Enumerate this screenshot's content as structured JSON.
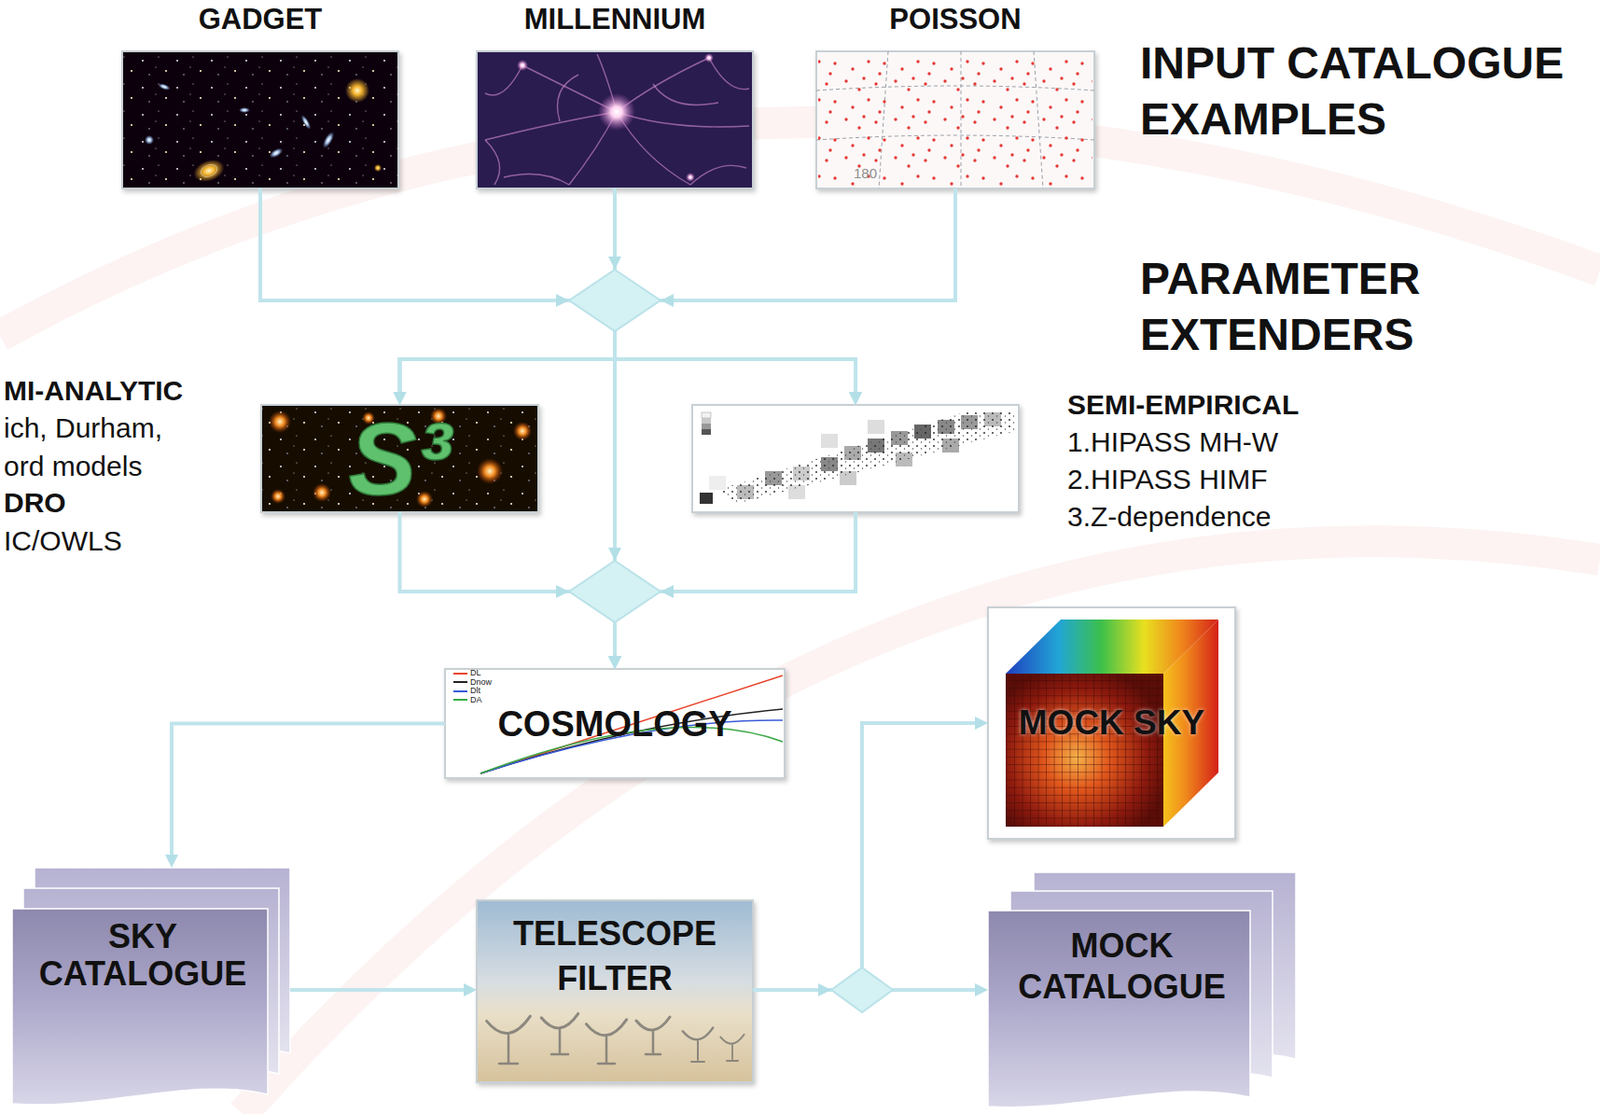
{
  "diagram": {
    "nodes": [
      {
        "text": [
          "GADGET"
        ]
      },
      {
        "text": [
          "MILLENNIUM"
        ]
      },
      {
        "text": [
          "POISSON",
          "180"
        ]
      },
      {
        "text": [
          "S³"
        ]
      },
      {
        "text": [
          "SEMI-EMPIRICAL",
          "1.HIPASS MH-W",
          "2.HIPASS HIMF",
          "3.Z-dependence"
        ]
      },
      {
        "text": [
          "COSMOLOGY"
        ]
      },
      {
        "text": [
          "MOCK SKY"
        ]
      },
      {
        "text": [
          "SKY CATALOGUE"
        ]
      },
      {
        "text": [
          "TELESCOPE FILTER"
        ]
      },
      {
        "text": [
          "MOCK CATALOGUE"
        ]
      }
    ],
    "edges": [
      {
        "from": 0,
        "to": 3,
        "arrow": "to"
      },
      {
        "from": 0,
        "to": 4,
        "arrow": "to"
      },
      {
        "from": 0,
        "to": 5,
        "arrow": "to"
      },
      {
        "from": 1,
        "to": 3,
        "arrow": "to"
      },
      {
        "from": 1,
        "to": 4,
        "arrow": "to"
      },
      {
        "from": 1,
        "to": 5,
        "arrow": "to"
      },
      {
        "from": 2,
        "to": 3,
        "arrow": "to"
      },
      {
        "from": 2,
        "to": 4,
        "arrow": "to"
      },
      {
        "from": 2,
        "to": 5,
        "arrow": "to"
      },
      {
        "from": 3,
        "to": 5,
        "arrow": "to"
      },
      {
        "from": 4,
        "to": 5,
        "arrow": "to"
      },
      {
        "from": 5,
        "to": 7,
        "arrow": "to"
      },
      {
        "from": 7,
        "to": 8,
        "arrow": "to"
      },
      {
        "from": 8,
        "to": 6,
        "arrow": "to"
      },
      {
        "from": 8,
        "to": 9,
        "arrow": "to"
      }
    ],
    "labels": [
      "INPUT CATALOGUE EXAMPLES",
      "PARAMETER EXTENDERS",
      "MI-ANALYTIC",
      "ich, Durham,",
      "ord models",
      "DRO",
      "IC/OWLS"
    ],
    "legend": [
      {
        "text": "DL",
        "color": "#e8452c"
      },
      {
        "text": "Dnow",
        "color": "#222222"
      },
      {
        "text": "Dlt",
        "color": "#3a5bd9"
      },
      {
        "text": "DA",
        "color": "#3aa845"
      }
    ]
  }
}
